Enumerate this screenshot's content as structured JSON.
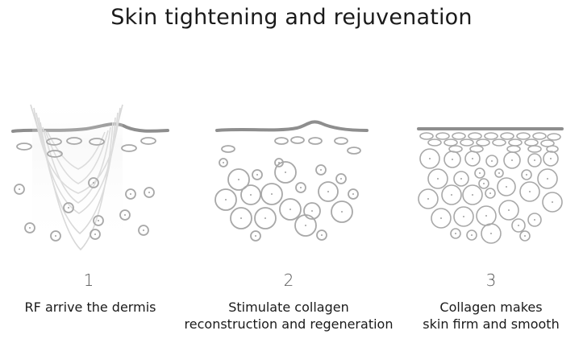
{
  "title": "Skin tightening and rejuvenation",
  "steps": [
    {
      "number": "1",
      "caption_lines": [
        "RF arrive the dermis"
      ]
    },
    {
      "number": "2",
      "caption_lines": [
        "Stimulate collagen",
        "reconstruction and regeneration"
      ]
    },
    {
      "number": "3",
      "caption_lines": [
        "Collagen makes",
        "skin firm and smooth"
      ]
    }
  ],
  "colors": {
    "skin": "#8e8e8e",
    "cell": "#a8a8a8",
    "text": "#1a1a1a"
  }
}
